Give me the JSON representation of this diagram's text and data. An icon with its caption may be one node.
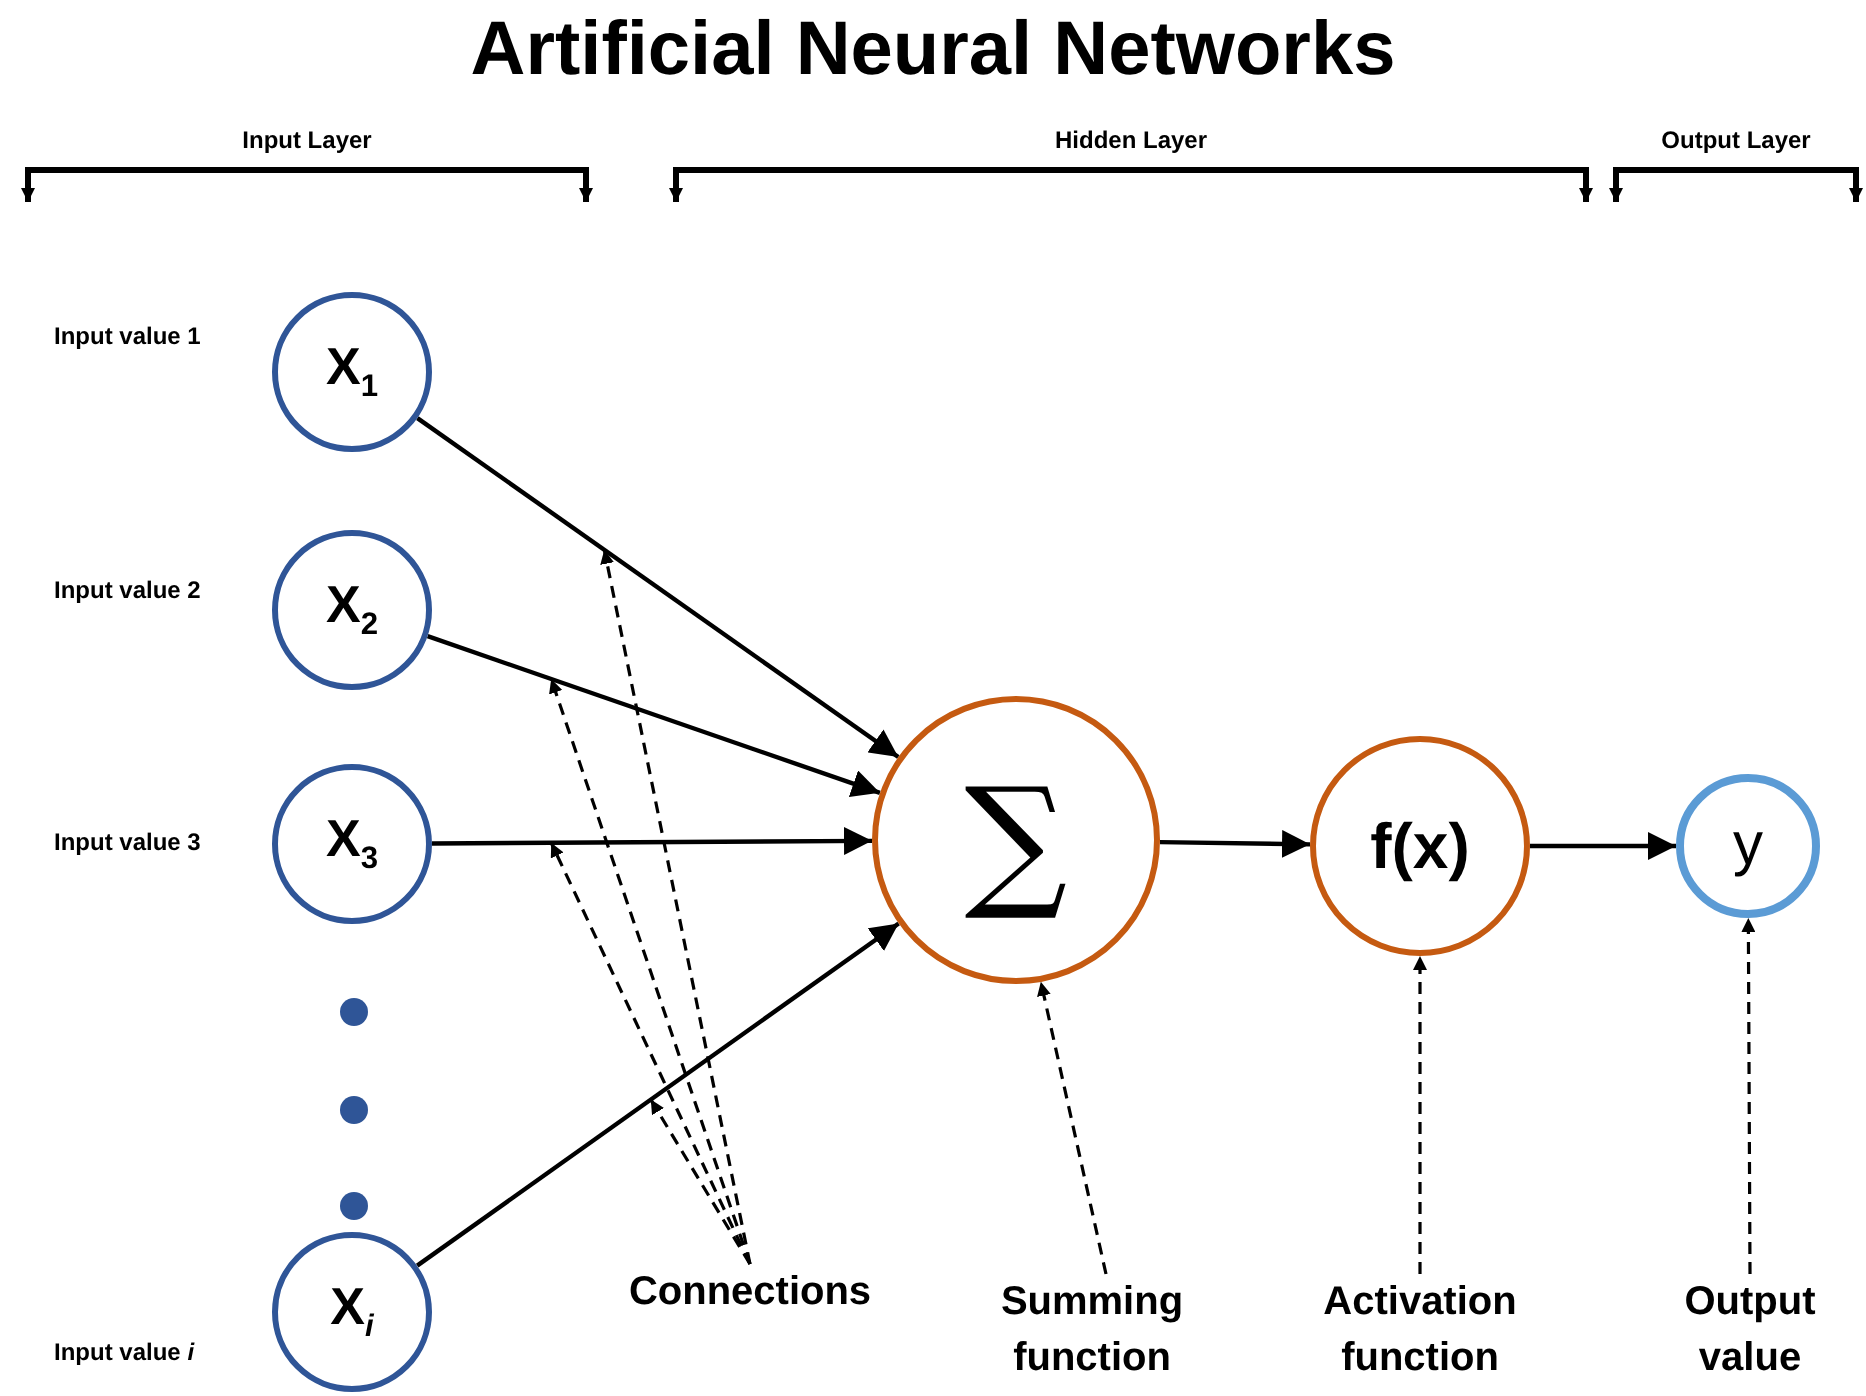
{
  "diagram": {
    "title": "Artificial Neural Networks",
    "nodes": [
      {
        "text": [
          "X$_{1}$"
        ],
        "beside": [
          "Input value 1"
        ]
      },
      {
        "text": [
          "X$_{2}$"
        ],
        "beside": [
          "Input value 2"
        ]
      },
      {
        "text": [
          "X$_{3}$"
        ],
        "beside": [
          "Input value 3"
        ]
      },
      {
        "text": [
          "X$_{i}$"
        ],
        "beside": [
          "Input value *i*"
        ]
      },
      {
        "text": [
          "∑"
        ]
      },
      {
        "text": [
          "f(x)"
        ]
      },
      {
        "text": [
          "y"
        ]
      },
      {
        "text": [
          "Connections"
        ]
      },
      {
        "text": [
          "Summing function"
        ]
      },
      {
        "text": [
          "Activation function"
        ]
      },
      {
        "text": [
          "Output value"
        ]
      }
    ],
    "edges": [
      {
        "from": 0,
        "to": 4,
        "arrow": "to"
      },
      {
        "from": 1,
        "to": 4,
        "arrow": "to"
      },
      {
        "from": 2,
        "to": 4,
        "arrow": "to"
      },
      {
        "from": 3,
        "to": 4,
        "arrow": "to"
      },
      {
        "from": 4,
        "to": 5,
        "arrow": "to"
      },
      {
        "from": 5,
        "to": 6,
        "arrow": "to"
      },
      {
        "from": 7,
        "to": null,
        "arrow": "to",
        "style": "dashed"
      },
      {
        "from": 7,
        "to": null,
        "arrow": "to",
        "style": "dashed"
      },
      {
        "from": 7,
        "to": null,
        "arrow": "to",
        "style": "dashed"
      },
      {
        "from": 7,
        "to": null,
        "arrow": "to",
        "style": "dashed"
      },
      {
        "from": 8,
        "to": 4,
        "arrow": "to",
        "style": "dashed"
      },
      {
        "from": 9,
        "to": 5,
        "arrow": "to",
        "style": "dashed"
      },
      {
        "from": 10,
        "to": 6,
        "arrow": "to",
        "style": "dashed"
      }
    ],
    "labels": [
      "Input Layer",
      "Hidden Layer",
      "Output Layer"
    ]
  }
}
